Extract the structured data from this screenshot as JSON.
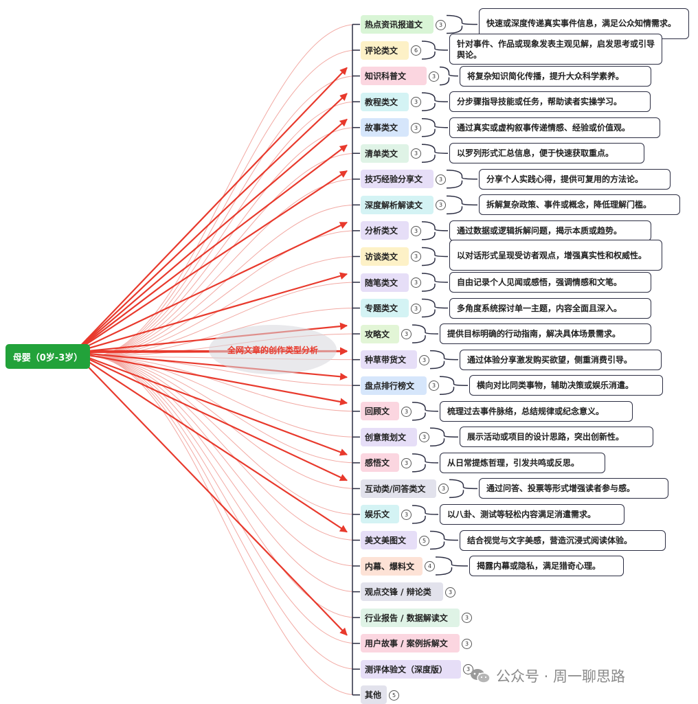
{
  "root": {
    "label": "母婴（0岁-3岁）"
  },
  "center": {
    "label": "全网文章的创作类型分析"
  },
  "colors": {
    "root": "#22a23a",
    "arrow": "#e8392c",
    "bracket": "#2b2d42",
    "categories": [
      "#d9f5d6",
      "#fdf1c7",
      "#fbd6e0",
      "#d4f3f4",
      "#d6e6fb",
      "#dff3e6",
      "#e6def7",
      "#d4f3f4",
      "#e6def7",
      "#fdf1c7",
      "#e6def7",
      "#d4f3f4",
      "#e2f5d6",
      "#e6def7",
      "#d6e6fb",
      "#fbd6e0",
      "#e6def7",
      "#fbd6e0",
      "#e2e2ec",
      "#d4f3f4",
      "#e6def7",
      "#fde2d6",
      "#e2e2ec",
      "#dff3e6",
      "#fbd6e0",
      "#e6def7",
      "#e2e2ec"
    ]
  },
  "categories": [
    {
      "label": "热点资讯报道文",
      "count": "3",
      "desc": "快速或深度传递真实事件信息，满足公众知情需求。"
    },
    {
      "label": "评论类文",
      "count": "6",
      "desc": "针对事件、作品或现象发表主观见解，启发思考或引导舆论。"
    },
    {
      "label": "知识科普文",
      "count": "3",
      "desc": "将复杂知识简化传播，提升大众科学素养。"
    },
    {
      "label": "教程类文",
      "count": "3",
      "desc": "分步骤指导技能或任务，帮助读者实操学习。"
    },
    {
      "label": "故事类文",
      "count": "3",
      "desc": "通过真实或虚构叙事传递情感、经验或价值观。"
    },
    {
      "label": "清单类文",
      "count": "3",
      "desc": "以罗列形式汇总信息，便于快速获取重点。"
    },
    {
      "label": "技巧经验分享文",
      "count": "3",
      "desc": "分享个人实践心得，提供可复用的方法论。"
    },
    {
      "label": "深度解析解读文",
      "count": "3",
      "desc": "拆解复杂政策、事件或概念，降低理解门槛。"
    },
    {
      "label": "分析类文",
      "count": "3",
      "desc": "通过数据或逻辑拆解问题，揭示本质或趋势。"
    },
    {
      "label": "访谈类文",
      "count": "3",
      "desc": "以对话形式呈现受访者观点，增强真实性和权威性。"
    },
    {
      "label": "随笔类文",
      "count": "3",
      "desc": "自由记录个人见闻或感悟，强调情感和文笔。"
    },
    {
      "label": "专题类文",
      "count": "3",
      "desc": "多角度系统探讨单一主题，内容全面且深入。"
    },
    {
      "label": "攻略文",
      "count": "3",
      "desc": "提供目标明确的行动指南，解决具体场景需求。"
    },
    {
      "label": "种草带货文",
      "count": "3",
      "desc": "通过体验分享激发购买欲望，侧重消费引导。"
    },
    {
      "label": "盘点排行榜文",
      "count": "3",
      "desc": "横向对比同类事物，辅助决策或娱乐消遣。"
    },
    {
      "label": "回顾文",
      "count": "3",
      "desc": "梳理过去事件脉络，总结规律或纪念意义。"
    },
    {
      "label": "创意策划文",
      "count": "3",
      "desc": "展示活动或项目的设计思路，突出创新性。"
    },
    {
      "label": "感悟文",
      "count": "3",
      "desc": "从日常提炼哲理，引发共鸣或反思。"
    },
    {
      "label": "互动类/问答类文",
      "count": "3",
      "desc": "通过问答、投票等形式增强读者参与感。"
    },
    {
      "label": "娱乐文",
      "count": "3",
      "desc": "以八卦、测试等轻松内容满足消遣需求。"
    },
    {
      "label": "美文美图文",
      "count": "5",
      "desc": "结合视觉与文字美感，营造沉浸式阅读体验。"
    },
    {
      "label": "内幕、爆料文",
      "count": "4",
      "desc": "揭露内幕或隐私，满足猎奇心理。"
    },
    {
      "label": "观点交锋 / 辩论类",
      "count": "3",
      "desc": ""
    },
    {
      "label": "行业报告 / 数据解读文",
      "count": "3",
      "desc": ""
    },
    {
      "label": "用户故事 / 案例拆解文",
      "count": "3",
      "desc": ""
    },
    {
      "label": "测评体验文（深度版）",
      "count": "3",
      "desc": ""
    },
    {
      "label": "其他",
      "count": "5",
      "desc": ""
    }
  ],
  "watermark": {
    "text": "公众号 · 周一聊思路"
  }
}
